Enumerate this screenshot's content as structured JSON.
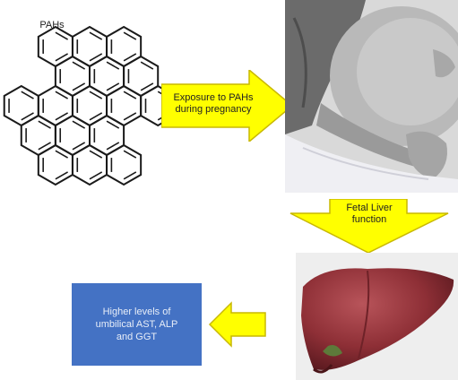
{
  "molecule": {
    "label": "PAHs",
    "icon": "polycyclic-aromatic-hydrocarbon-structure"
  },
  "arrows": {
    "exposure": {
      "line1": "Exposure to PAHs",
      "line2": "during pregnancy",
      "color": "#ffff00",
      "outline": "#c9b800"
    },
    "fetal": {
      "line1": "Fetal Liver",
      "line2": "function",
      "color": "#ffff00",
      "outline": "#c9b800"
    },
    "result": {
      "color": "#ffff00",
      "outline": "#c9b800"
    }
  },
  "result_box": {
    "line1": "Higher levels of",
    "line2": "umbilical AST, ALP",
    "line3": "and GGT",
    "color": "#4472c4"
  },
  "images": {
    "pregnant": "pregnant-woman-photo",
    "liver": "liver-illustration"
  }
}
